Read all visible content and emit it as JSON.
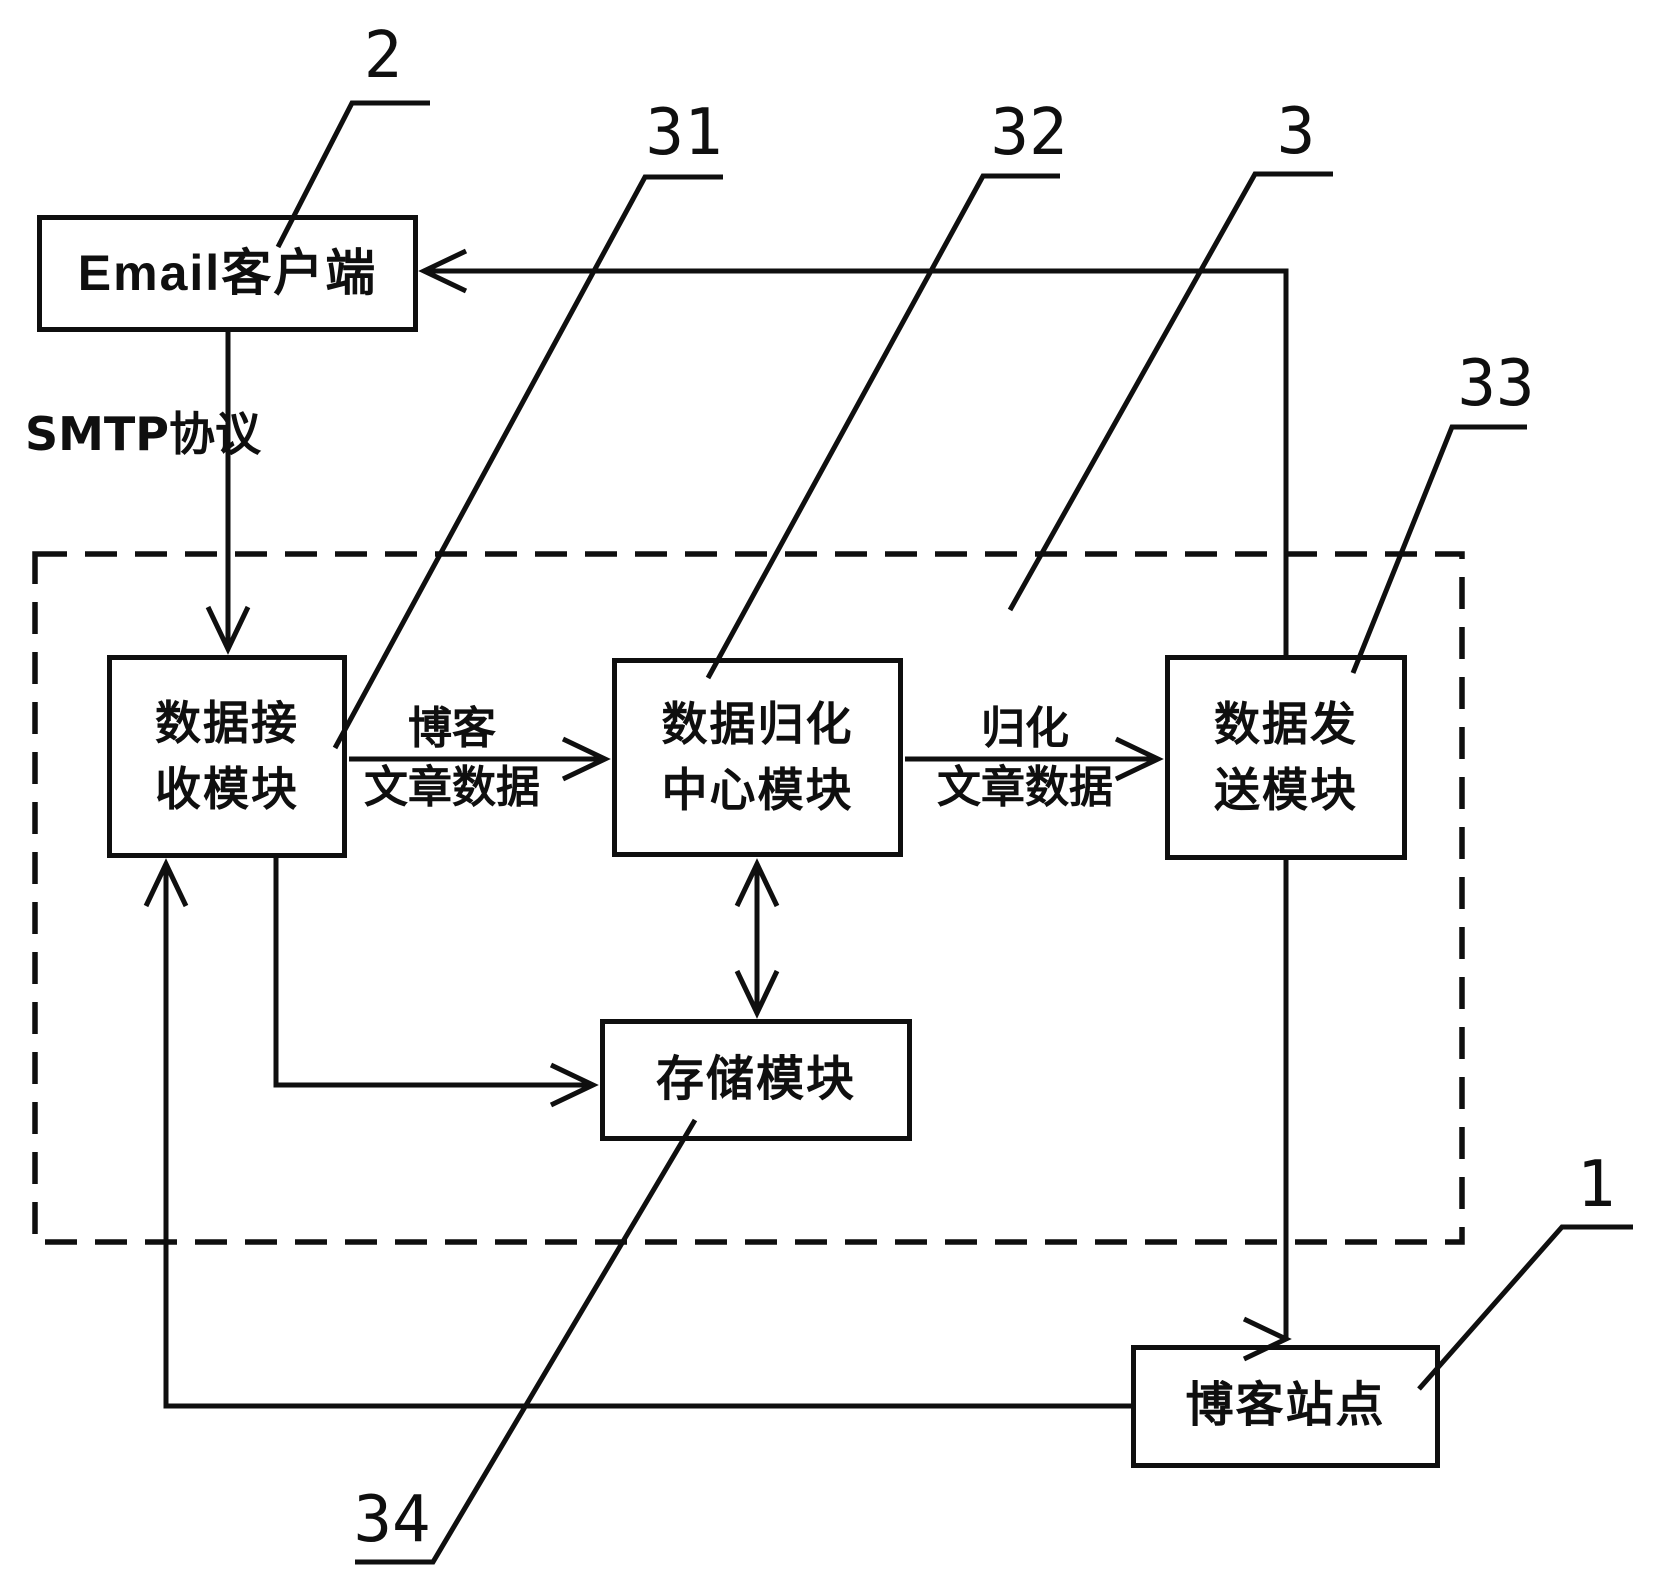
{
  "boxes": {
    "email_client": {
      "label": "Email客户端",
      "ref": "2"
    },
    "data_receive": {
      "label": "数据接\n收模块",
      "ref": "31"
    },
    "data_normalize": {
      "label": "数据归化\n中心模块",
      "ref": "32"
    },
    "data_send": {
      "label": "数据发\n送模块",
      "ref": "33"
    },
    "storage": {
      "label": "存储模块",
      "ref": "34"
    },
    "blog_site": {
      "label": "博客站点",
      "ref": "1"
    },
    "system_boundary": {
      "ref": "3"
    }
  },
  "edge_labels": {
    "smtp": "SMTP协议",
    "blog_article_data": "博客\n文章数据",
    "normalized_article_data": "归化\n文章数据"
  },
  "colors": {
    "line": "#0f0f0f",
    "background": "#ffffff"
  }
}
